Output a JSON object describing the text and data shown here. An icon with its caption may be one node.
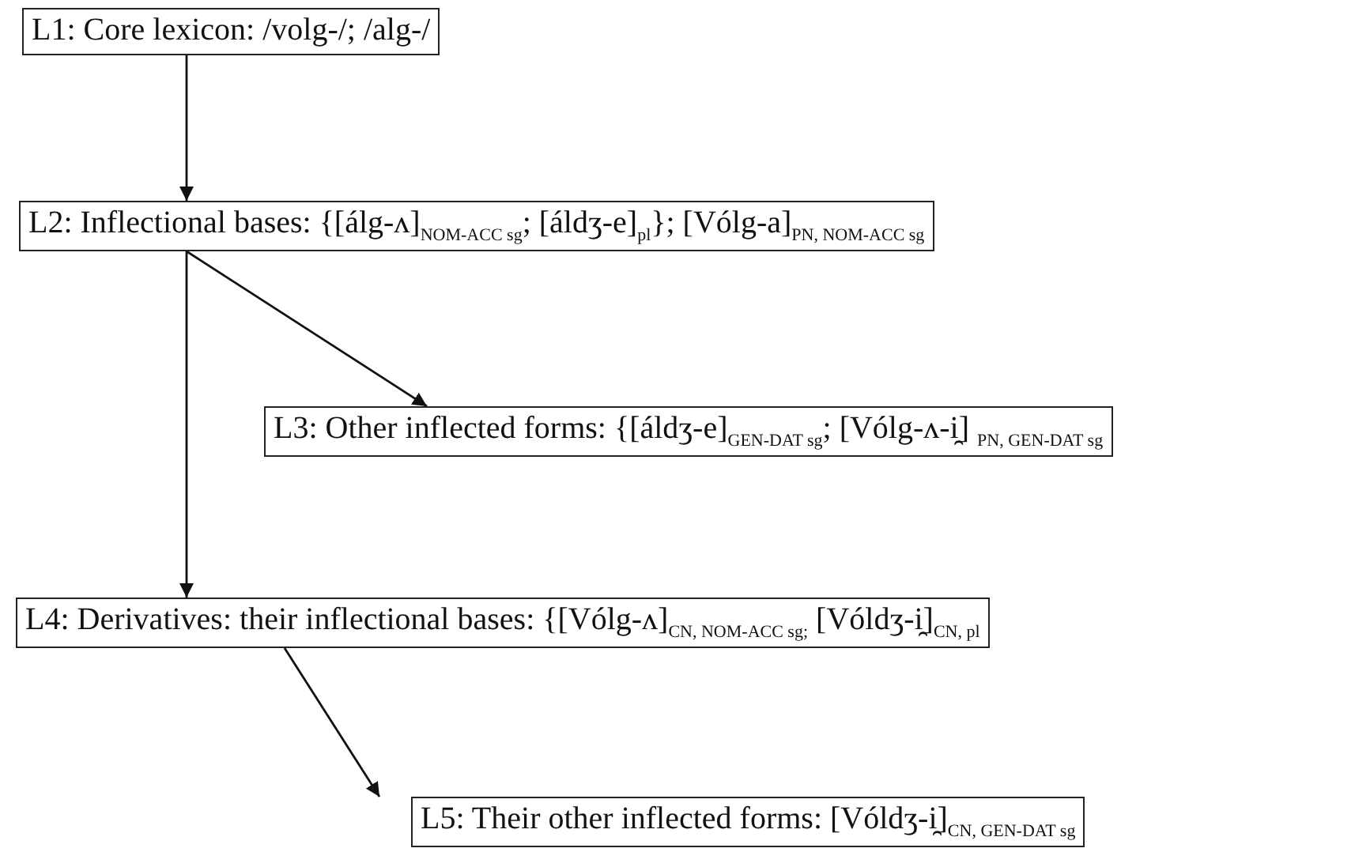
{
  "diagram": {
    "nodes": [
      {
        "text": [
          "L1: Core lexicon: /volg-/; /alg-/"
        ]
      },
      {
        "text": [
          "L2: Inflectional bases: {[álg-ʌ]$_{NOM-ACC sg}$; [áldʒ-e]$_{pl}$};  [Vólg-a]$_{PN, NOM-ACC sg}$"
        ]
      },
      {
        "text": [
          "L3: Other inflected forms: {[áldʒ-e]$_{GEN-DAT sg}$; [Vólg-ʌ-i̯] $_{PN, GEN-DAT sg}$"
        ]
      },
      {
        "text": [
          "L4: Derivatives: their inflectional bases: {[Vólg-ʌ]$_{CN, NOM-ACC sg;}$ [Vóldʒ-i̯]$_{CN, pl}$"
        ]
      },
      {
        "text": [
          "L5: Their other inflected forms: [Vóldʒ-i̯]$_{CN, GEN-DAT sg}$"
        ]
      }
    ],
    "edges": [
      {
        "from": 0,
        "to": 1,
        "arrow": "to"
      },
      {
        "from": 1,
        "to": 2,
        "arrow": "to"
      },
      {
        "from": 1,
        "to": 3,
        "arrow": "to"
      },
      {
        "from": 3,
        "to": 4,
        "arrow": "to"
      }
    ]
  }
}
